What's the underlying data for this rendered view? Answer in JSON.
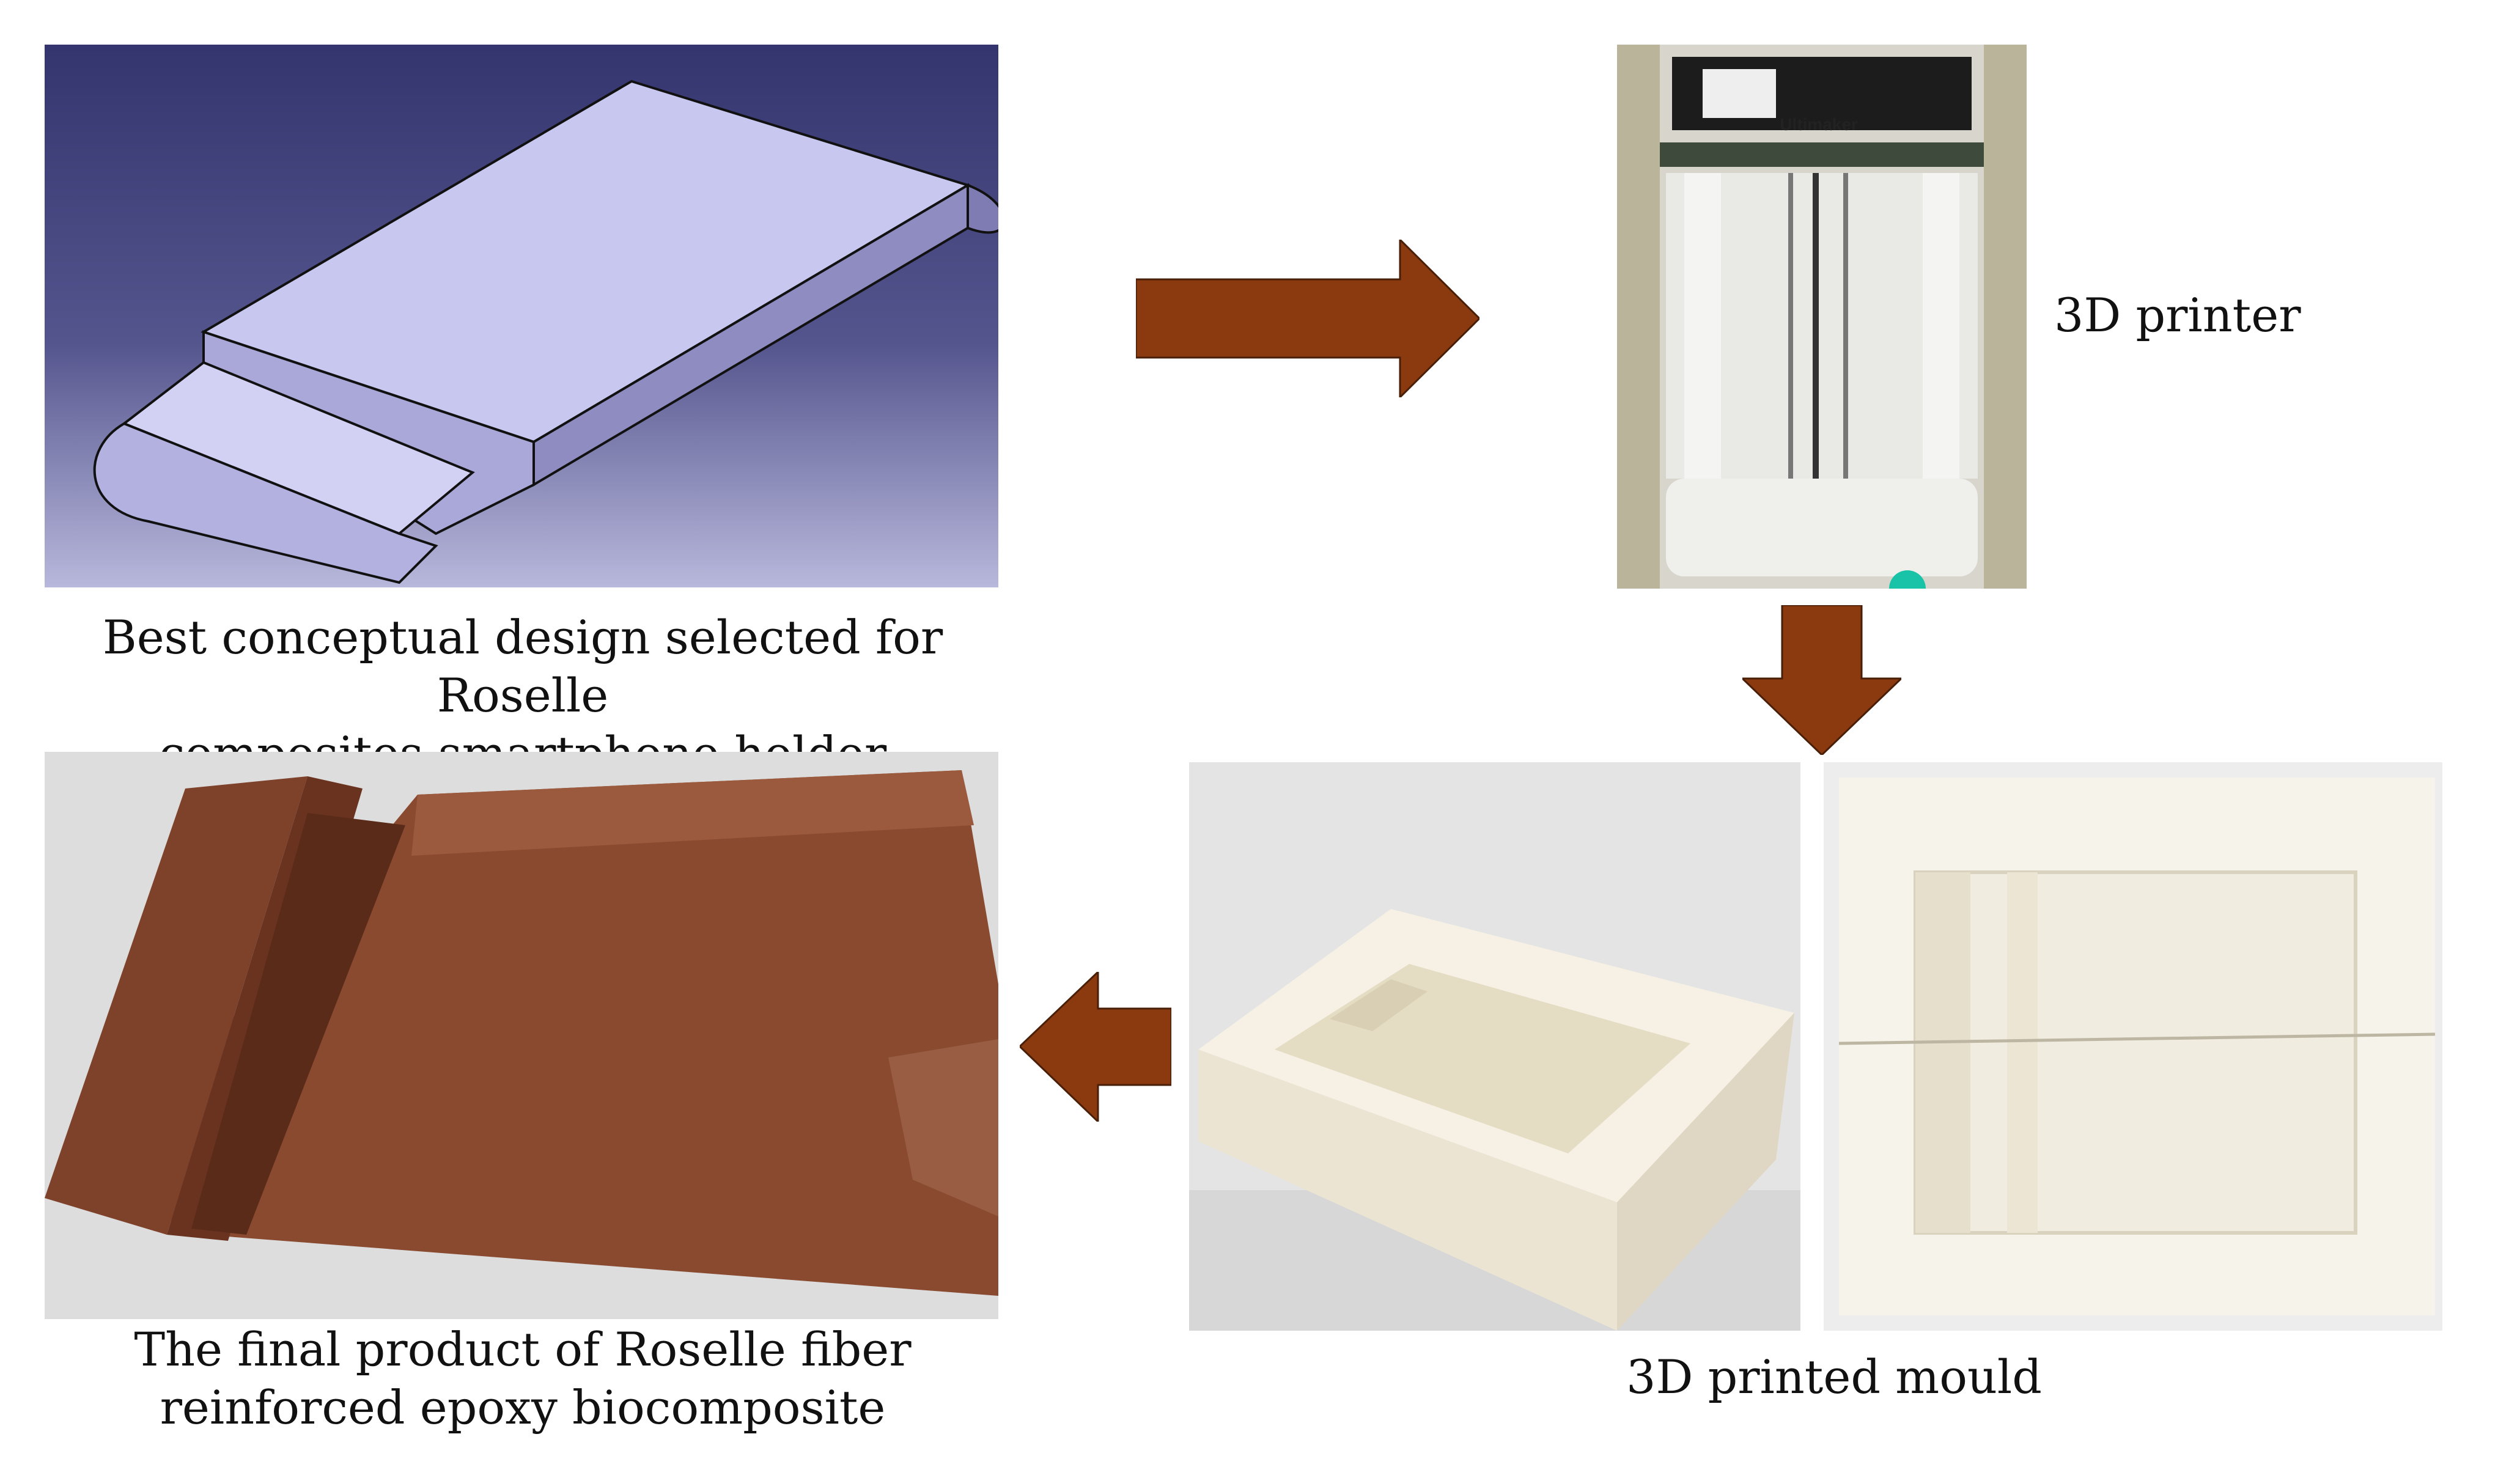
{
  "captions": {
    "cad_design": [
      "Best conceptual design selected for Roselle",
      "composites smartphone holder"
    ],
    "printer": "3D printer",
    "mould": "3D printed mould",
    "final_product": [
      "The final product of Roselle fiber",
      "reinforced epoxy biocomposite"
    ]
  },
  "printer_brand": "Ultimaker",
  "colors": {
    "arrow": "#8b3a0f",
    "cad_background_top": "#34346e",
    "cad_background_bottom": "#b8b8dc",
    "cad_part": "#c4c3ec",
    "composite": "#8a4a30",
    "mould": "#f4efe2"
  },
  "flow_arrows": [
    "arrow-right",
    "arrow-down",
    "arrow-left"
  ]
}
